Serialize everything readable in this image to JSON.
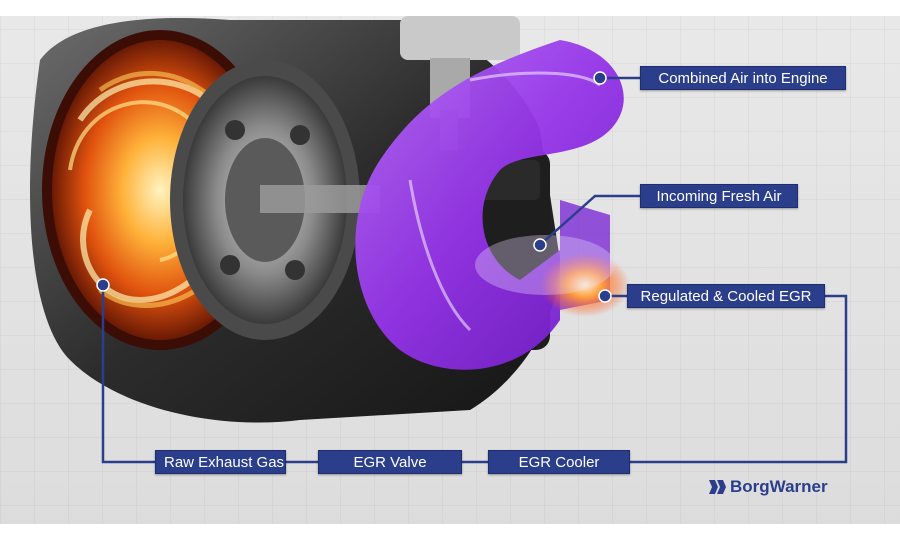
{
  "labels": {
    "combined_air": "Combined Air into Engine",
    "fresh_air": "Incoming Fresh Air",
    "regulated_egr": "Regulated & Cooled EGR",
    "raw_exhaust": "Raw Exhaust Gas",
    "egr_valve": "EGR Valve",
    "egr_cooler": "EGR Cooler"
  },
  "brand": {
    "name": "BorgWarner",
    "color": "#2b3e8c"
  },
  "colors": {
    "label_bg": "#2b3e8c",
    "connector": "#2b3e8c",
    "exhaust_fire": "#ff8a1e",
    "intake_air": "#9b3df0"
  }
}
